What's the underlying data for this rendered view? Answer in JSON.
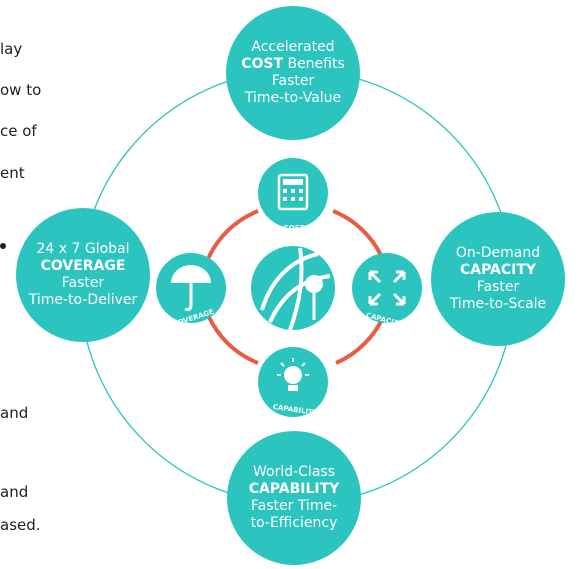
{
  "left_text_fragments": [
    "lay",
    "ow to",
    "ce of",
    "ent",
    "and",
    "and",
    "ased."
  ],
  "colors": {
    "accent_teal": "#2cc4bf",
    "ring_red": "#e85c45",
    "ring_teal": "#2cc4bf"
  },
  "outcomes": {
    "cost": {
      "line1": "Accelerated",
      "keyword": "COST",
      "line2_suffix": "Benefits",
      "line3": "Faster",
      "line4": "Time-to-Value"
    },
    "coverage": {
      "line1": "24 x 7 Global",
      "keyword": "COVERAGE",
      "line3": "Faster",
      "line4": "Time-to-Deliver"
    },
    "capacity": {
      "line1": "On-Demand",
      "keyword": "CAPACITY",
      "line3": "Faster",
      "line4": "Time-to-Scale"
    },
    "capability": {
      "line1": "World-Class",
      "keyword": "CAPABILITY",
      "line3": "Faster Time-",
      "line4": "to-Efficiency"
    }
  },
  "inner_icons": {
    "cost": {
      "label": "COST",
      "icon": "calculator-icon"
    },
    "coverage": {
      "label": "COVERAGE",
      "icon": "umbrella-icon"
    },
    "capacity": {
      "label": "CAPACITY",
      "icon": "expand-arrows-icon"
    },
    "capability": {
      "label": "CAPABILITY",
      "icon": "lightbulb-icon"
    },
    "center": {
      "icon": "globe-logo-icon"
    }
  }
}
